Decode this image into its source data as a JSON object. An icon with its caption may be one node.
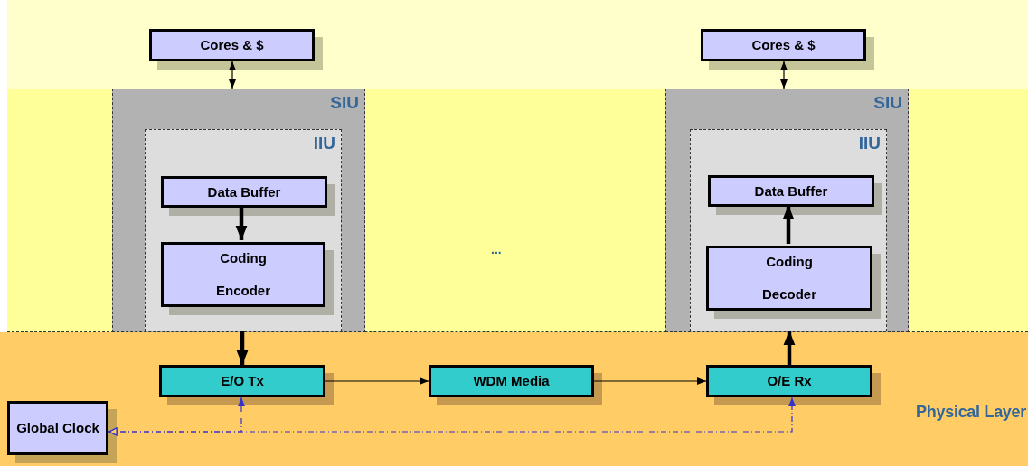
{
  "diagram": {
    "nodes": [
      {
        "text": [
          "Cores & $"
        ]
      },
      {
        "text": [
          "Cores & $"
        ]
      },
      {
        "text": [
          "SIU"
        ]
      },
      {
        "text": [
          "IIU"
        ],
        "in": 2
      },
      {
        "text": [
          "Data Buffer"
        ],
        "in": 3
      },
      {
        "text": [
          "Coding Encoder"
        ],
        "in": 3
      },
      {
        "text": [
          "SIU"
        ]
      },
      {
        "text": [
          "IIU"
        ],
        "in": 6
      },
      {
        "text": [
          "Data Buffer"
        ],
        "in": 7
      },
      {
        "text": [
          "Coding Decoder"
        ],
        "in": 7
      },
      {
        "text": [
          "Physical Layer"
        ]
      },
      {
        "text": [
          "E/O Tx"
        ],
        "in": 10
      },
      {
        "text": [
          "WDM Media"
        ],
        "in": 10
      },
      {
        "text": [
          "O/E Rx"
        ],
        "in": 10
      },
      {
        "text": [
          "Global Clock"
        ],
        "in": 10
      }
    ],
    "edges": [
      {
        "from": 0,
        "to": 2,
        "arrow": "both"
      },
      {
        "from": 1,
        "to": 6,
        "arrow": "both"
      },
      {
        "from": 4,
        "to": 5,
        "arrow": "to",
        "style": "thick"
      },
      {
        "from": 3,
        "to": 11,
        "arrow": "to",
        "style": "thick"
      },
      {
        "from": 9,
        "to": 8,
        "arrow": "to",
        "style": "thick"
      },
      {
        "from": 13,
        "to": 7,
        "arrow": "to",
        "style": "thick"
      },
      {
        "from": 11,
        "to": 12,
        "arrow": "to"
      },
      {
        "from": 12,
        "to": 13,
        "arrow": "to"
      },
      {
        "from": 14,
        "to": 11,
        "arrow": "both",
        "style": "dashed",
        "color": "#3333cc"
      },
      {
        "from": 14,
        "to": 13,
        "arrow": "both",
        "style": "dashed",
        "color": "#3333cc"
      }
    ],
    "labels": [
      "..."
    ]
  }
}
